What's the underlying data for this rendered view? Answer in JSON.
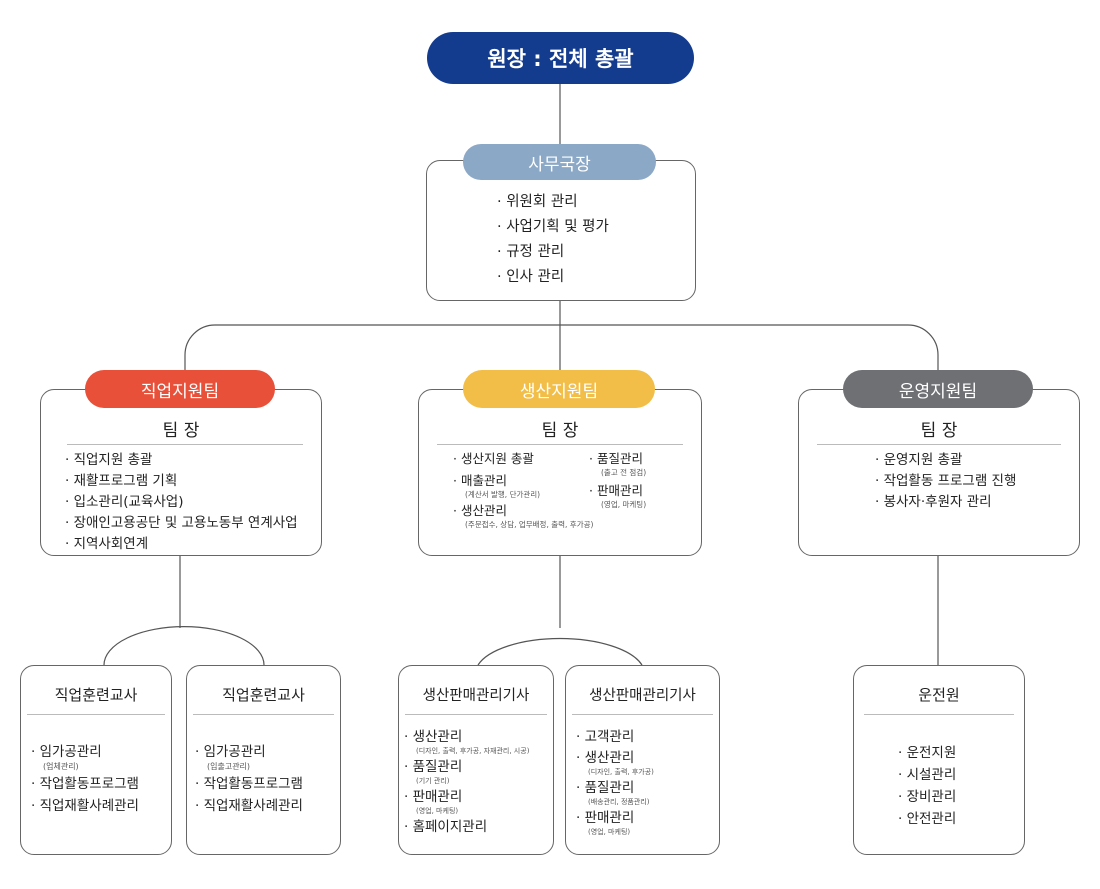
{
  "director": {
    "label": "원장 : 전체 총괄",
    "color": "#143C8E"
  },
  "secretary": {
    "label": "사무국장",
    "color": "#8BA8C7",
    "items": [
      "위원회 관리",
      "사업기획 및 평가",
      "규정 관리",
      "인사 관리"
    ]
  },
  "teams": [
    {
      "label": "직업지원팀",
      "color": "#E8503A",
      "head": "팀 장",
      "items": [
        "직업지원 총괄",
        "재활프로그램 기획",
        "입소관리(교육사업)",
        "장애인고용공단 및 고용노동부 연계사업",
        "지역사회연계"
      ]
    },
    {
      "label": "생산지원팀",
      "color": "#F2BE48",
      "head": "팀 장",
      "left_items": [
        {
          "label": "생산지원 총괄",
          "sub": ""
        },
        {
          "label": "매출관리",
          "sub": "(계산서 발행, 단가관리)"
        },
        {
          "label": "생산관리",
          "sub": "(주문접수, 상담, 업무배정, 출력, 후가공)"
        }
      ],
      "right_items": [
        {
          "label": "품질관리",
          "sub": "(출고 전 점검)"
        },
        {
          "label": "판매관리",
          "sub": "(영업, 마케팅)"
        }
      ]
    },
    {
      "label": "운영지원팀",
      "color": "#6E7074",
      "head": "팀 장",
      "items": [
        "운영지원 총괄",
        "작업활동 프로그램 진행",
        "봉사자·후원자 관리"
      ]
    }
  ],
  "staff": [
    {
      "title": "직업훈련교사",
      "items": [
        {
          "label": "임가공관리",
          "sub": "(업체관리)"
        },
        {
          "label": "작업활동프로그램",
          "sub": ""
        },
        {
          "label": "직업재활사례관리",
          "sub": ""
        }
      ]
    },
    {
      "title": "직업훈련교사",
      "items": [
        {
          "label": "임가공관리",
          "sub": "(입출고관리)"
        },
        {
          "label": "작업활동프로그램",
          "sub": ""
        },
        {
          "label": "직업재활사례관리",
          "sub": ""
        }
      ]
    },
    {
      "title": "생산판매관리기사",
      "items": [
        {
          "label": "생산관리",
          "sub": "(디자인, 출력, 후가공, 자재관리, 시공)"
        },
        {
          "label": "품질관리",
          "sub": "(기기 관리)"
        },
        {
          "label": "판매관리",
          "sub": "(영업, 마케팅)"
        },
        {
          "label": "홈페이지관리",
          "sub": ""
        }
      ]
    },
    {
      "title": "생산판매관리기사",
      "items": [
        {
          "label": "고객관리",
          "sub": ""
        },
        {
          "label": "생산관리",
          "sub": "(디자인, 출력, 후가공)"
        },
        {
          "label": "품질관리",
          "sub": "(배송관리, 정품관리)"
        },
        {
          "label": "판매관리",
          "sub": "(영업, 마케팅)"
        }
      ]
    },
    {
      "title": "운전원",
      "items": [
        {
          "label": "운전지원",
          "sub": ""
        },
        {
          "label": "시설관리",
          "sub": ""
        },
        {
          "label": "장비관리",
          "sub": ""
        },
        {
          "label": "안전관리",
          "sub": ""
        }
      ]
    }
  ]
}
